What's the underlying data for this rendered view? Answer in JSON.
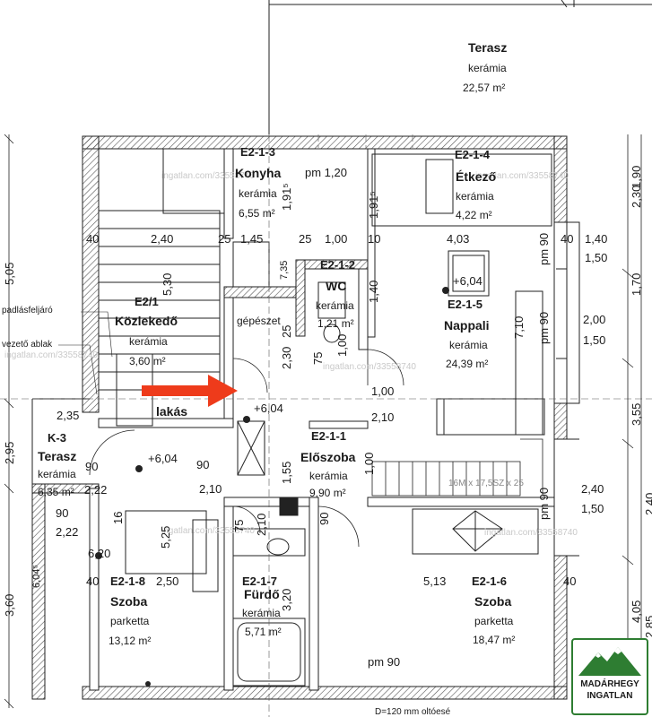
{
  "rooms": {
    "terasz_top": {
      "name": "Terasz",
      "material": "kerámia",
      "area": "22,57 m²"
    },
    "konyha": {
      "code": "E2-1-3",
      "name": "Konyha",
      "material": "kerámia",
      "area": "6,55 m²"
    },
    "etkezo": {
      "code": "E2-1-4",
      "name": "Étkező",
      "material": "kerámia",
      "area": "4,22 m²"
    },
    "kozlekedo": {
      "code": "E2/1",
      "name": "Közlekedő",
      "material": "kerámia",
      "area": "3,60 m²"
    },
    "wc": {
      "code": "E2-1-2",
      "name": "WC",
      "material": "kerámia",
      "area": "1,21 m²"
    },
    "nappali": {
      "code": "E2-1-5",
      "name": "Nappali",
      "material": "kerámia",
      "area": "24,39 m²"
    },
    "gepeszet": {
      "name": "gépészet"
    },
    "lakas": {
      "name": "lakás"
    },
    "terasz_k3": {
      "code": "K-3",
      "name": "Terasz",
      "material": "kerámia",
      "area": "6,35 m²"
    },
    "eloszoba": {
      "code": "E2-1-1",
      "name": "Előszoba",
      "material": "kerámia",
      "area": "9,90 m²"
    },
    "szoba_left": {
      "code": "E2-1-8",
      "name": "Szoba",
      "material": "parketta",
      "area": "13,12 m²"
    },
    "furdo": {
      "code": "E2-1-7",
      "name": "Fürdő",
      "material": "kerámia",
      "area": "5,71 m²"
    },
    "szoba_right": {
      "code": "E2-1-6",
      "name": "Szoba",
      "material": "parketta",
      "area": "18,47 m²"
    }
  },
  "notes": {
    "padlasfeljaro": "padlásfeljáró",
    "vezeto_ablak": "vezető ablak",
    "pm120": "pm 1,20",
    "pm90_bottom": "pm 90",
    "bottom_note": "D=120 mm oltóesé",
    "level1": "+6,04",
    "level2": "+6,04",
    "level3": "+6,04",
    "stair_note": "16M x 17,5SZ x 25"
  },
  "dims": {
    "d505": "5,05",
    "d295": "2,95",
    "d360": "3,60",
    "d604": "6,04⁵",
    "d190": "1,90",
    "d230": "2,30",
    "d170": "1,70",
    "d355": "3,55",
    "d240v": "2,40",
    "d405": "4,05",
    "d285": "2,85",
    "d240a": "2,40",
    "d145": "1,45",
    "d100a": "1,00",
    "d403": "4,03",
    "d140a": "1,40",
    "d150a": "1,50",
    "d200": "2,00",
    "d150b": "1,50",
    "d240b": "2,40",
    "d150c": "1,50",
    "d100b": "1,00",
    "d210a": "2,10",
    "d210b": "2,10",
    "d235": "2,35",
    "d222a": "2,22",
    "d222b": "2,22",
    "d620": "6,20",
    "d250": "2,50",
    "d513": "5,13",
    "d90a": "90",
    "d90b": "90",
    "d90c": "90",
    "d25a": "25",
    "d25b": "25",
    "d10a": "10",
    "d40a": "40",
    "d40b": "40",
    "d40c": "40",
    "d40d": "40",
    "v1915a": "1,91⁵",
    "v1915b": "1,91⁵",
    "v530": "5,30",
    "v735": "7,35",
    "v140": "1,40",
    "v230": "2,30",
    "v75a": "75",
    "v155": "1,55",
    "v100": "1,00",
    "v525": "5,25",
    "v16": "16",
    "v75b": "75",
    "v210": "2,10",
    "v90": "90",
    "v320": "3,20",
    "v710": "7,10",
    "vpm90a": "pm 90",
    "vpm90b": "pm 90",
    "vpm90c": "pm 90",
    "v25c": "25",
    "v100c": "1,00"
  },
  "watermark": "ingatlan.com/33558740",
  "logo": {
    "line1": "MADÁRHEGY",
    "line2": "INGATLAN"
  },
  "colors": {
    "wall": "#222222",
    "hatch": "#666666",
    "arrow": "#ee3b1b",
    "logo_green": "#2e7d32"
  }
}
